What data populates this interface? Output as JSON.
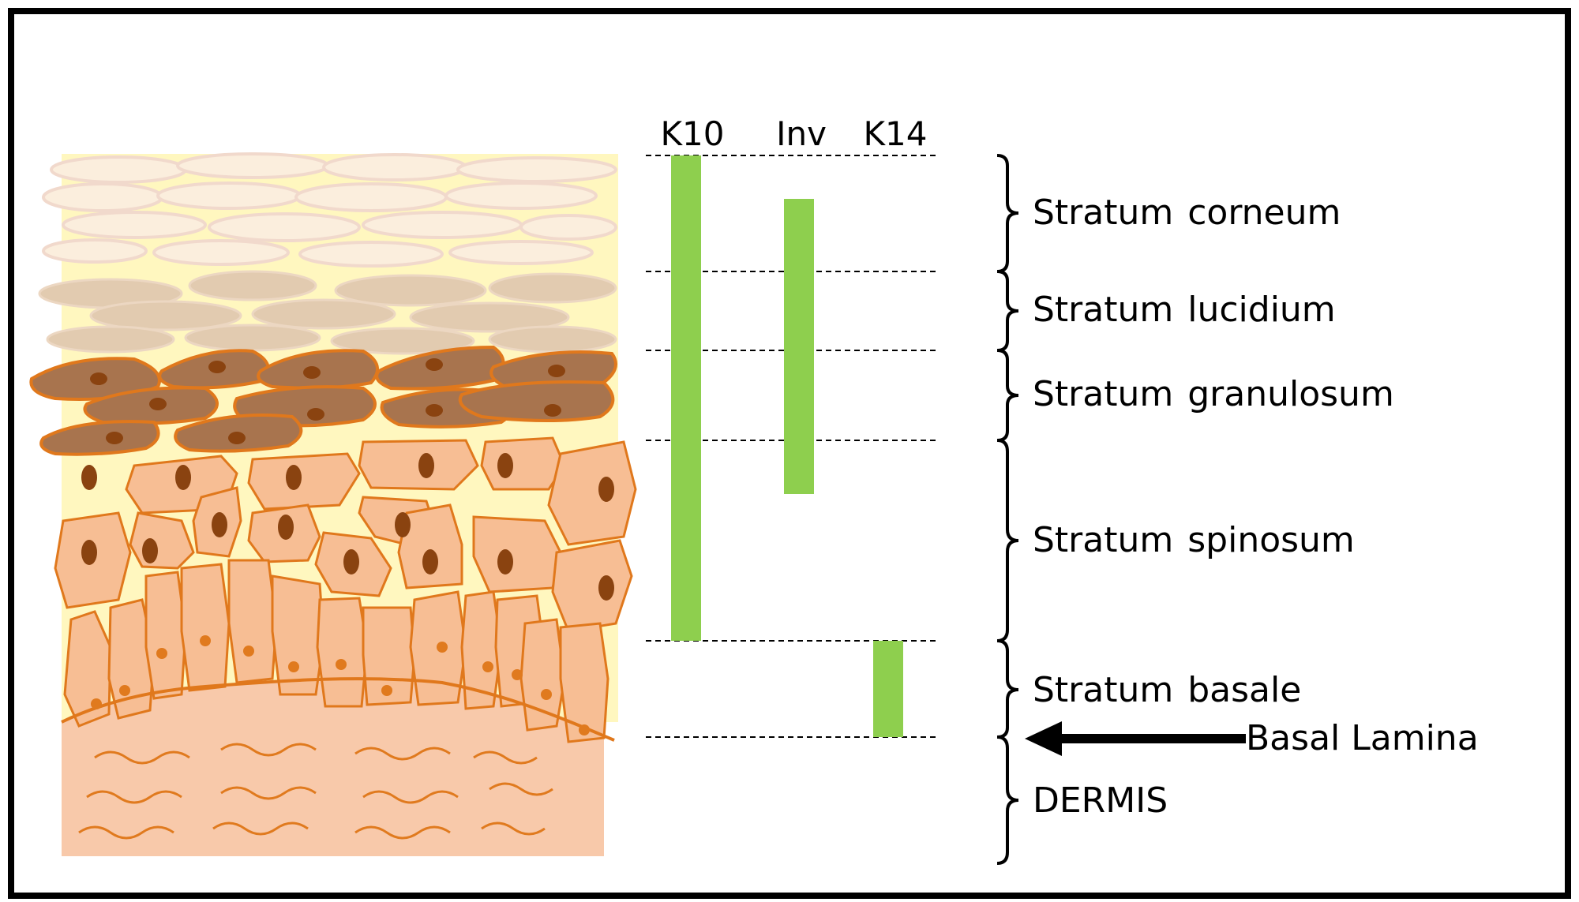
{
  "markers": [
    {
      "name": "K10",
      "color": "#8ecf4e"
    },
    {
      "name": "Inv",
      "color": "#8ecf4e"
    },
    {
      "name": "K14",
      "color": "#8ecf4e"
    }
  ],
  "layers": [
    {
      "word1": "Stratum",
      "word2": "corneum"
    },
    {
      "word1": "Stratum",
      "word2": "lucidium"
    },
    {
      "word1": "Stratum",
      "word2": "granulosum"
    },
    {
      "word1": "Stratum",
      "word2": "spinosum"
    },
    {
      "word1": "Stratum",
      "word2": "basale"
    },
    {
      "word1": "DERMIS",
      "word2": ""
    }
  ],
  "basal_lamina": "Basal Lamina",
  "colors": {
    "epidermis_bg": "#fff7bf",
    "corneum_cell": "#f1d9cc",
    "lucidum_cell": "#e2cbb0",
    "granulosum_cell": "#a8744e",
    "granulosum_outline": "#e0781c",
    "spinosum_cell": "#f7be94",
    "cell_outline": "#e0781c",
    "nucleus": "#8a4310",
    "dermis": "#f8c9aa",
    "dermis_fiber": "#e07a1e",
    "marker_bar": "#8ecf4e"
  }
}
